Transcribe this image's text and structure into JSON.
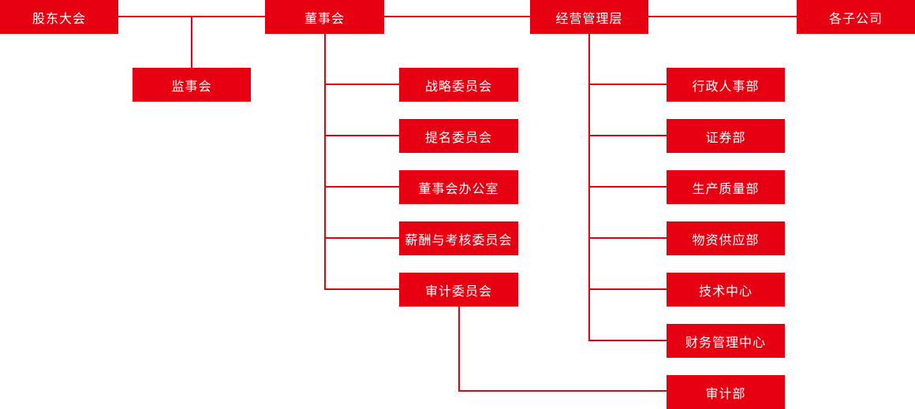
{
  "colors": {
    "primary": "#e60012",
    "text_on_primary": "#ffffff",
    "background": "#ffffff"
  },
  "nodes": {
    "shareholders": {
      "label": "股东大会"
    },
    "board": {
      "label": "董事会"
    },
    "management": {
      "label": "经营管理层"
    },
    "subsidiaries": {
      "label": "各子公司"
    },
    "supervisory": {
      "label": "监事会"
    },
    "strategy_committee": {
      "label": "战略委员会"
    },
    "nomination_committee": {
      "label": "提名委员会"
    },
    "board_office": {
      "label": "董事会办公室"
    },
    "remuneration_committee": {
      "label": "薪酬与考核委员会"
    },
    "audit_committee": {
      "label": "审计委员会"
    },
    "admin_hr_dept": {
      "label": "行政人事部"
    },
    "securities_dept": {
      "label": "证券部"
    },
    "production_quality_dept": {
      "label": "生产质量部"
    },
    "material_supply_dept": {
      "label": "物资供应部"
    },
    "technology_center": {
      "label": "技术中心"
    },
    "finance_management_center": {
      "label": "财务管理中心"
    },
    "audit_dept": {
      "label": "审计部"
    }
  },
  "edges": [
    {
      "from": "股东大会",
      "to": "董事会"
    },
    {
      "from": "董事会",
      "to": "经营管理层"
    },
    {
      "from": "经营管理层",
      "to": "各子公司"
    },
    {
      "from": "股东大会",
      "to": "监事会"
    },
    {
      "from": "董事会",
      "to": "战略委员会"
    },
    {
      "from": "董事会",
      "to": "提名委员会"
    },
    {
      "from": "董事会",
      "to": "董事会办公室"
    },
    {
      "from": "董事会",
      "to": "薪酬与考核委员会"
    },
    {
      "from": "董事会",
      "to": "审计委员会"
    },
    {
      "from": "经营管理层",
      "to": "行政人事部"
    },
    {
      "from": "经营管理层",
      "to": "证券部"
    },
    {
      "from": "经营管理层",
      "to": "生产质量部"
    },
    {
      "from": "经营管理层",
      "to": "物资供应部"
    },
    {
      "from": "经营管理层",
      "to": "技术中心"
    },
    {
      "from": "经营管理层",
      "to": "财务管理中心"
    },
    {
      "from": "审计委员会",
      "to": "审计部"
    }
  ]
}
